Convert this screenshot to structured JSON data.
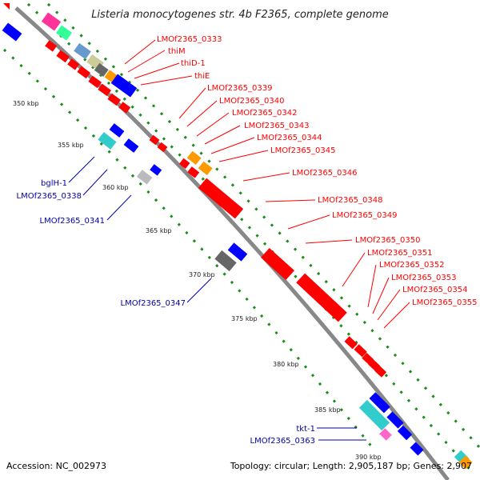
{
  "title": "Listeria monocytogenes str. 4b F2365, complete genome",
  "footer": {
    "accession": "Accession: NC_002973",
    "topology": "Topology: circular; Length: 2,905,187 bp; Genes: 2,907"
  },
  "colors": {
    "forward": "#ff0000",
    "reverse": "#0000ff",
    "backbone": "#888888",
    "tick_green": "#1a8c1a",
    "label_red": "#ff0000",
    "label_blue": "#0000aa"
  },
  "scale_labels": [
    "350 kbp",
    "355 kbp",
    "360 kbp",
    "365 kbp",
    "370 kbp",
    "375 kbp",
    "380 kbp",
    "385 kbp",
    "390 kbp"
  ],
  "forward_labels": [
    "LMOf2365_0333",
    "thiM",
    "thiD-1",
    "thiE",
    "LMOf2365_0339",
    "LMOf2365_0340",
    "LMOf2365_0342",
    "LMOf2365_0343",
    "LMOf2365_0344",
    "LMOf2365_0345",
    "LMOf2365_0346",
    "LMOf2365_0348",
    "LMOf2365_0349",
    "LMOf2365_0350",
    "LMOf2365_0351",
    "LMOf2365_0352",
    "LMOf2365_0353",
    "LMOf2365_0354",
    "LMOf2365_0355"
  ],
  "reverse_labels": [
    "bglH-1",
    "LMOf2365_0338",
    "LMOf2365_0341",
    "LMOf2365_0347",
    "tkt-1",
    "LMOf2365_0363"
  ]
}
